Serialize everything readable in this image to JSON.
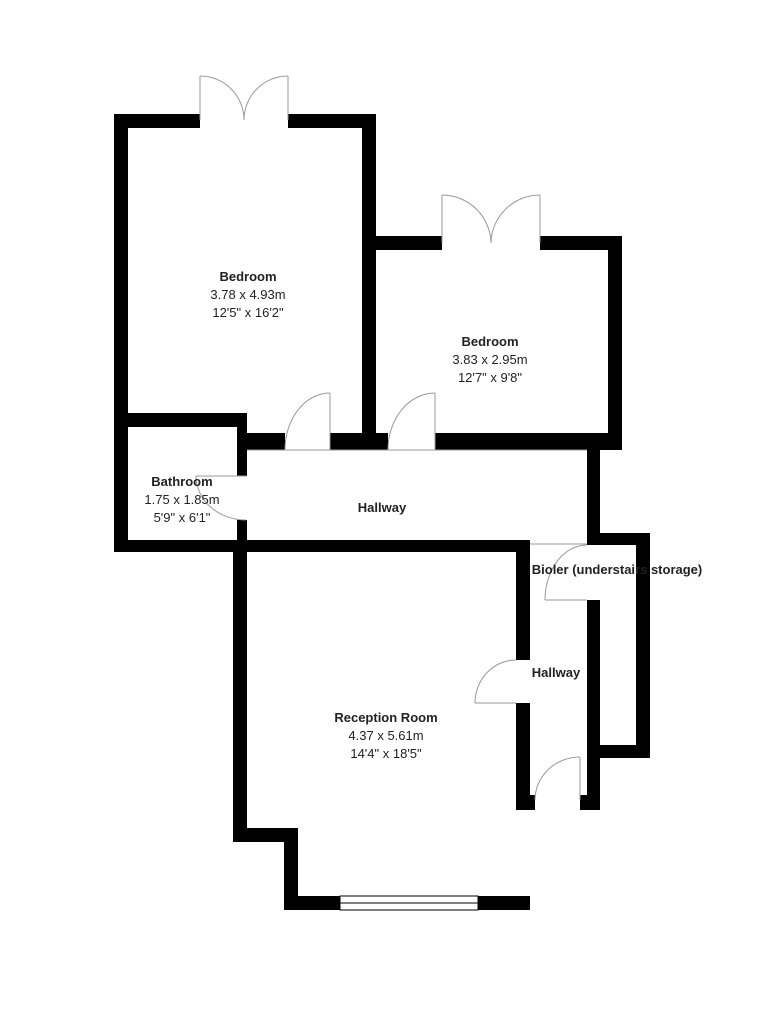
{
  "rooms": {
    "bedroom1": {
      "name": "Bedroom",
      "metric": "3.78 x 4.93m",
      "imperial": "12'5\" x 16'2\""
    },
    "bedroom2": {
      "name": "Bedroom",
      "metric": "3.83 x 2.95m",
      "imperial": "12'7\" x 9'8\""
    },
    "bathroom": {
      "name": "Bathroom",
      "metric": "1.75 x 1.85m",
      "imperial": "5'9\" x 6'1\""
    },
    "hallway_upper": {
      "name": "Hallway"
    },
    "storage": {
      "name": "Bioler (understairs storage)"
    },
    "hallway_lower": {
      "name": "Hallway"
    },
    "reception": {
      "name": "Reception Room",
      "metric": "4.37 x 5.61m",
      "imperial": "14'4\" x 18'5\""
    }
  },
  "colors": {
    "wall": "#000000",
    "door": "#999999"
  }
}
